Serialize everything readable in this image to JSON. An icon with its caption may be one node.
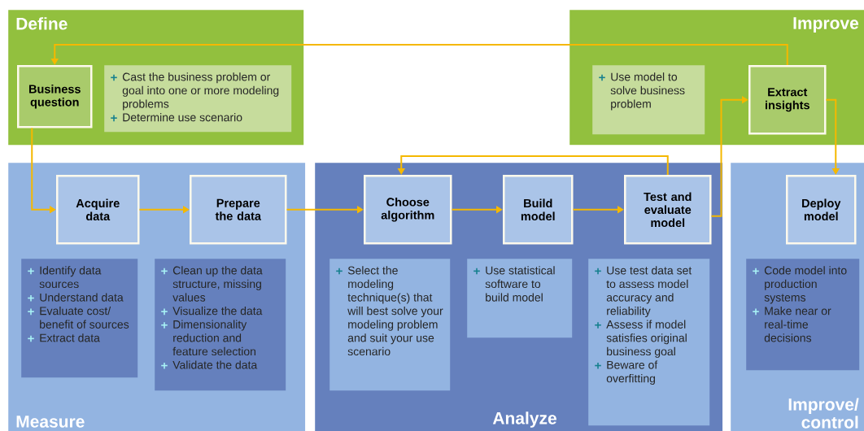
{
  "diagram": {
    "nodes": [
      {
        "text": [
          "Define"
        ]
      },
      {
        "text": [
          "Business question"
        ],
        "in": 0
      },
      {
        "text": [
          "Cast the business problem or goal into one or more modeling problems",
          "Determine use scenario"
        ],
        "in": 0
      },
      {
        "text": [
          "Improve"
        ]
      },
      {
        "text": [
          "Use model to solve business problem"
        ],
        "in": 3
      },
      {
        "text": [
          "Extract insights"
        ],
        "in": 3
      },
      {
        "text": [
          "Measure"
        ]
      },
      {
        "text": [
          "Acquire data"
        ],
        "in": 6
      },
      {
        "text": [
          "Prepare the data"
        ],
        "in": 6
      },
      {
        "text": [
          "Identify data sources",
          "Understand data",
          "Evaluate cost/ benefit of sources",
          "Extract data"
        ],
        "in": 6
      },
      {
        "text": [
          "Clean up the data structure, missing values",
          "Visualize the data",
          "Dimensionality reduction and feature selection",
          "Validate the data"
        ],
        "in": 6
      },
      {
        "text": [
          "Analyze"
        ]
      },
      {
        "text": [
          "Choose algorithm"
        ],
        "in": 11
      },
      {
        "text": [
          "Build model"
        ],
        "in": 11
      },
      {
        "text": [
          "Test and evaluate model"
        ],
        "in": 11
      },
      {
        "text": [
          "Select the modeling technique(s) that will best solve your modeling problem and suit your use scenario"
        ],
        "in": 11
      },
      {
        "text": [
          "Use statistical software to build model"
        ],
        "in": 11
      },
      {
        "text": [
          "Use test data set to assess model accuracy and reliability",
          "Assess if model satisfies original business goal",
          "Beware of overfitting"
        ],
        "in": 11
      },
      {
        "text": [
          "Improve/ control"
        ]
      },
      {
        "text": [
          "Deploy model"
        ],
        "in": 18
      },
      {
        "text": [
          "Code model into production systems",
          "Make near or real-time decisions"
        ],
        "in": 18
      }
    ],
    "edges": [
      {
        "from": 1,
        "to": 7,
        "arrow": "to"
      },
      {
        "from": 7,
        "to": 8,
        "arrow": "to"
      },
      {
        "from": 8,
        "to": 12,
        "arrow": "to"
      },
      {
        "from": 12,
        "to": 13,
        "arrow": "to"
      },
      {
        "from": 13,
        "to": 14,
        "arrow": "to"
      },
      {
        "from": 14,
        "to": 12,
        "arrow": "to"
      },
      {
        "from": 14,
        "to": 5,
        "arrow": "to"
      },
      {
        "from": 5,
        "to": 1,
        "arrow": "to"
      },
      {
        "from": 5,
        "to": 19,
        "arrow": "to"
      }
    ]
  }
}
